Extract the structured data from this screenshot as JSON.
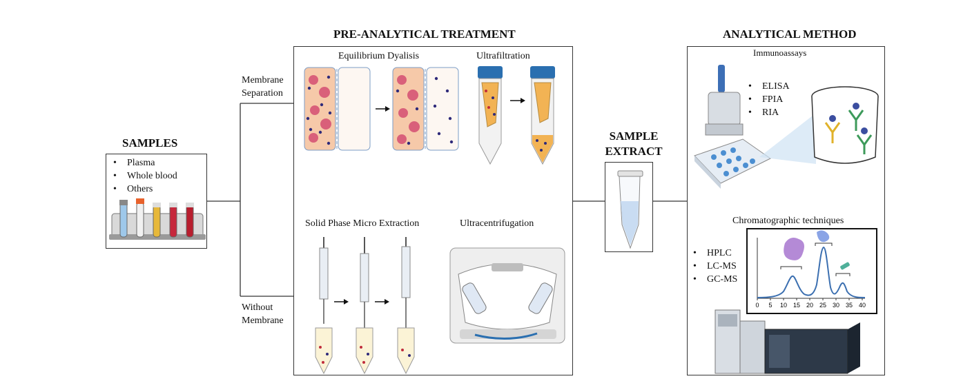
{
  "samples": {
    "title": "SAMPLES",
    "items": [
      "Plasma",
      "Whole blood",
      "Others"
    ]
  },
  "pre_analytical": {
    "title": "PRE-ANALYTICAL TREATMENT",
    "branch_top": [
      "Membrane",
      "Separation"
    ],
    "branch_bottom": [
      "Without",
      "Membrane"
    ],
    "methods": {
      "dialysis": "Equilibrium Dyalisis",
      "ultrafiltration": "Ultrafiltration",
      "spme": "Solid Phase Micro Extraction",
      "ultracentrifugation": "Ultracentrifugation"
    }
  },
  "sample_extract": {
    "title_line1": "SAMPLE",
    "title_line2": "EXTRACT"
  },
  "analytical": {
    "title": "ANALYTICAL METHOD",
    "immunoassays": {
      "title": "Immunoassays",
      "items": [
        "ELISA",
        "FPIA",
        "RIA"
      ]
    },
    "chromatographic": {
      "title": "Chromatographic techniques",
      "items": [
        "HPLC",
        "LC-MS",
        "GC-MS"
      ],
      "axis_ticks": [
        "0",
        "5",
        "10",
        "15",
        "20",
        "25",
        "30",
        "35",
        "40"
      ]
    }
  },
  "colors": {
    "dialysis_fill": "#f6c9a9",
    "particle": "#2f2a7a",
    "protein": "#d9607a",
    "tube_cap": "#2a6fb0",
    "peak_line": "#3b6fb0"
  }
}
